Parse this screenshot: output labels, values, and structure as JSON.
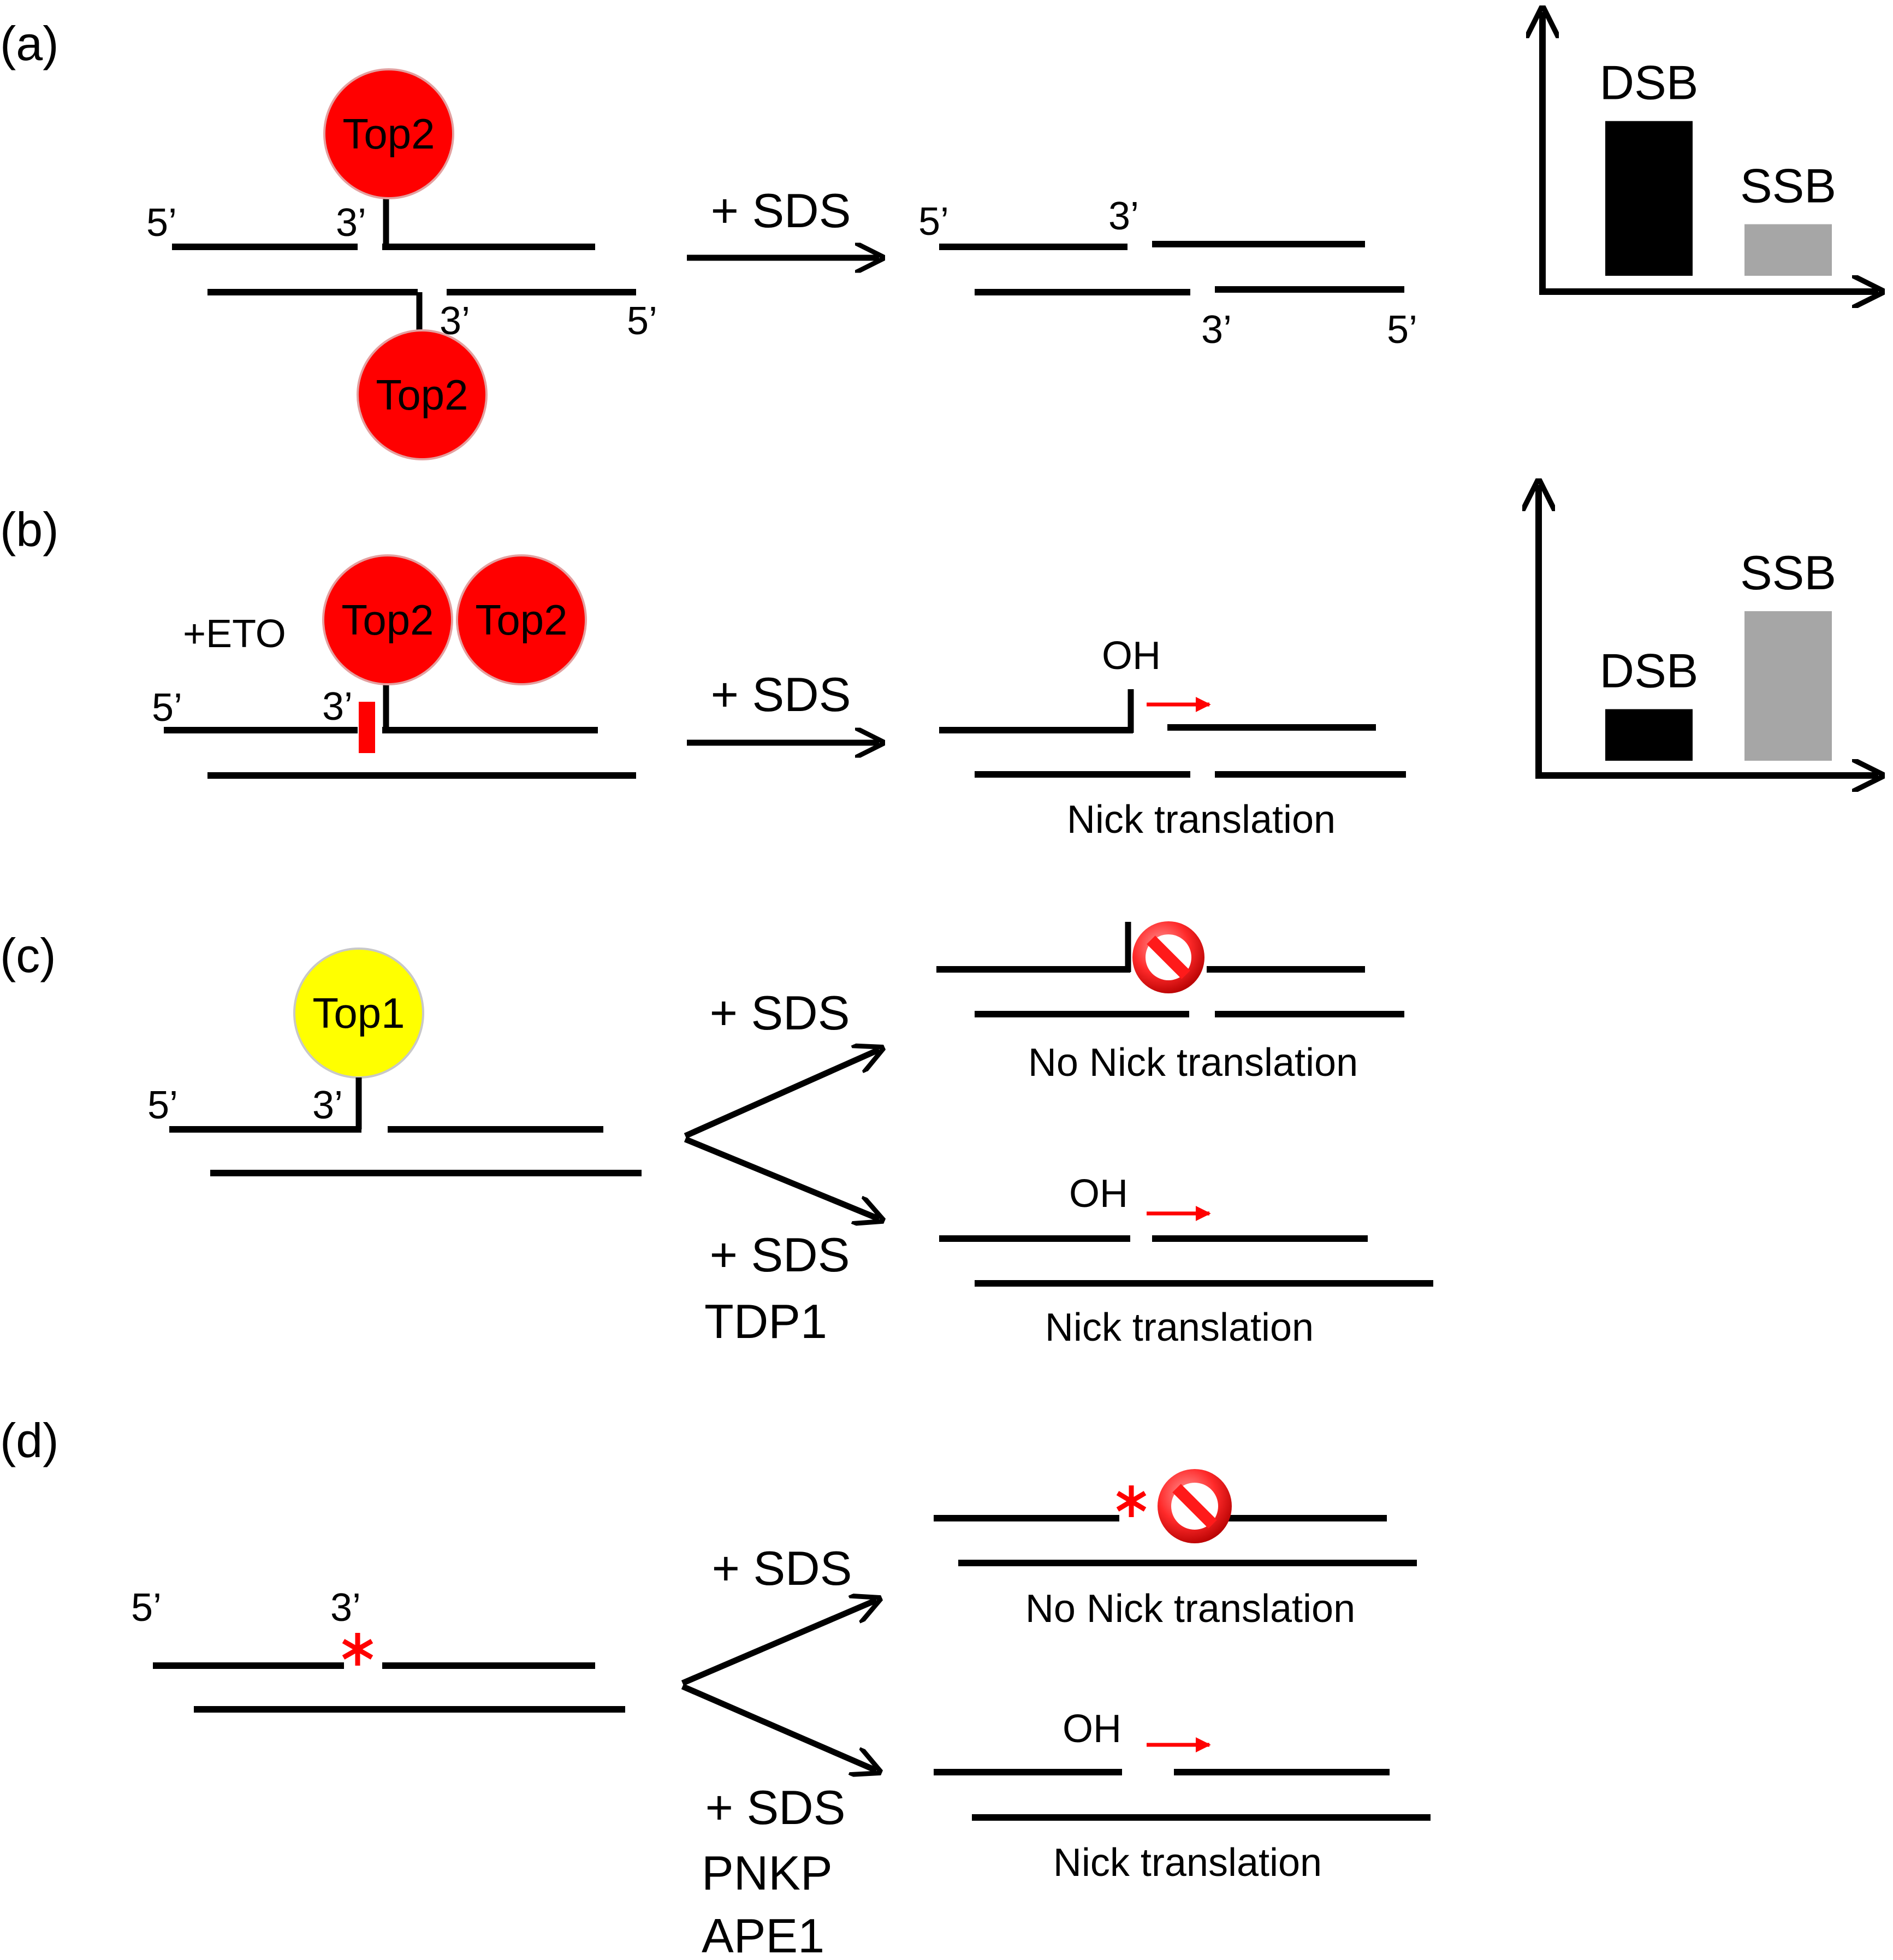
{
  "colors": {
    "top2": "#ff0000",
    "top1": "#ffff00",
    "dsb_bar": "#000000",
    "ssb_bar": "#a6a6a6",
    "red_mark": "#ff0000",
    "strand": "#000000"
  },
  "icons": [
    "no-entry-icon",
    "red-asterisk-icon",
    "red-arrow-icon"
  ],
  "panels": {
    "a": {
      "label": "(a)",
      "protein_label": "Top2",
      "end_5": "5’",
      "end_3": "3’",
      "treatment": "+ SDS"
    },
    "b": {
      "label": "(b)",
      "drug": "+ETO",
      "protein_label": "Top2",
      "end_5": "5’",
      "end_3": "3’",
      "treatment": "+ SDS",
      "oh_label": "OH",
      "outcome": "Nick translation"
    },
    "c": {
      "label": "(c)",
      "protein_label": "Top1",
      "end_5": "5’",
      "end_3": "3’",
      "treatment_top": "+ SDS",
      "treatment_bottom_line1": "+ SDS",
      "treatment_bottom_line2": "TDP1",
      "oh_label": "OH",
      "outcome_top": "No Nick translation",
      "outcome_bottom": "Nick translation"
    },
    "d": {
      "label": "(d)",
      "end_5": "5’",
      "end_3": "3’",
      "treatment_top": "+ SDS",
      "treatment_bottom_line1": "+ SDS",
      "treatment_bottom_line2": "PNKP",
      "treatment_bottom_line3": "APE1",
      "oh_label": "OH",
      "outcome_top": "No Nick translation",
      "outcome_bottom": "Nick translation"
    }
  },
  "chart_data": [
    {
      "type": "bar",
      "categories": [
        "DSB",
        "SSB"
      ],
      "values": [
        3.0,
        1.0
      ],
      "ylim": [
        0,
        4.5
      ],
      "grid": false,
      "title": "",
      "xlabel": "",
      "ylabel": ""
    },
    {
      "type": "bar",
      "categories": [
        "DSB",
        "SSB"
      ],
      "values": [
        1.0,
        2.9
      ],
      "ylim": [
        0,
        4.5
      ],
      "grid": false,
      "title": "",
      "xlabel": "",
      "ylabel": ""
    }
  ]
}
